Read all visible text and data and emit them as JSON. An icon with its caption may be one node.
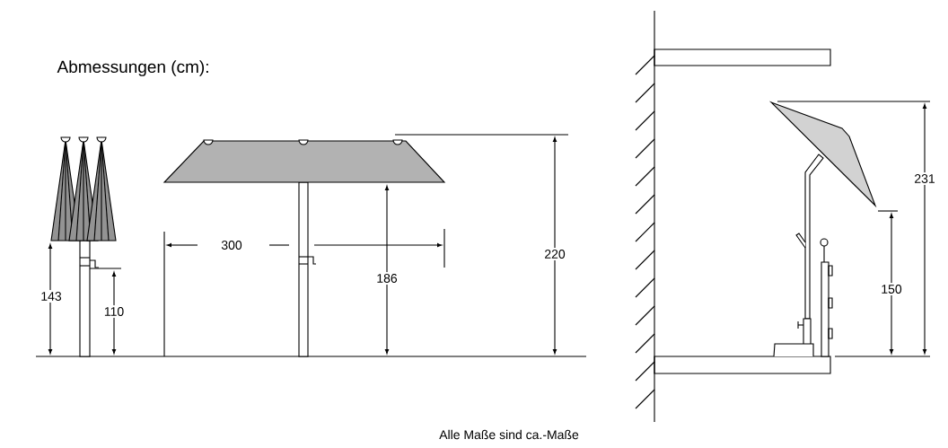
{
  "diagram": {
    "title": "Abmessungen (cm):",
    "caption": "Alle Maße sind ca.-Maße",
    "labels": [
      "143",
      "110",
      "300",
      "186",
      "220",
      "231",
      "150"
    ]
  }
}
